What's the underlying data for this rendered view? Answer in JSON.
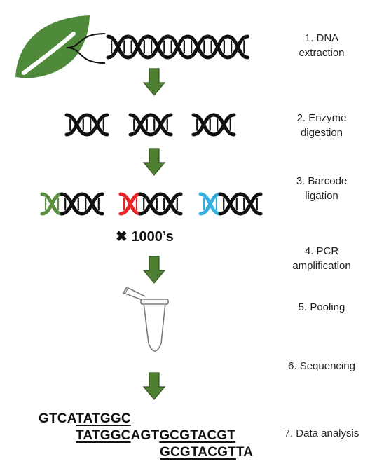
{
  "steps": [
    {
      "label": "1. DNA\nextraction"
    },
    {
      "label": "2. Enzyme\ndigestion"
    },
    {
      "label": "3. Barcode\nligation"
    },
    {
      "label": "4. PCR\namplification"
    },
    {
      "label": "5. Pooling"
    },
    {
      "label": "6. Sequencing"
    },
    {
      "label": "7. Data analysis"
    }
  ],
  "multiplier": {
    "symbol": "✖",
    "text": "1000’s"
  },
  "sequences": {
    "line1": {
      "plain_a": "GTCA",
      "under": "TATGGC"
    },
    "line2": {
      "under_a": "TATGGC",
      "plain": "AGT",
      "under_b": "GCGTACGT"
    },
    "line3": {
      "under": "GCGTACGT",
      "plain": "TA"
    }
  },
  "colors": {
    "leaf": "#4f8a3a",
    "arrow": "#4f7f32",
    "arrow_edge": "#2f5520",
    "dna": "#111111",
    "barcode_green": "#5b8f43",
    "barcode_red": "#e8262a",
    "barcode_blue": "#35aee0",
    "tube": "#666666"
  },
  "icons": [
    "leaf-icon",
    "dna-helix-icon",
    "down-arrow-icon",
    "microcentrifuge-tube-icon",
    "multiply-icon"
  ]
}
